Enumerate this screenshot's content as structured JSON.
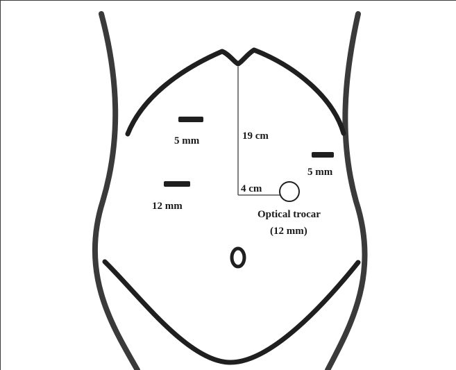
{
  "labels": {
    "vertical_distance": "19 cm",
    "horizontal_distance": "4 cm",
    "port_right_upper": "5 mm",
    "port_left_upper": "5 mm",
    "port_right_lower": "12 mm",
    "optical_trocar_line1": "Optical trocar",
    "optical_trocar_line2": "(12 mm)"
  },
  "colors": {
    "outline": "#1f1f1f",
    "measure_line": "#555555",
    "background": "#ffffff"
  }
}
